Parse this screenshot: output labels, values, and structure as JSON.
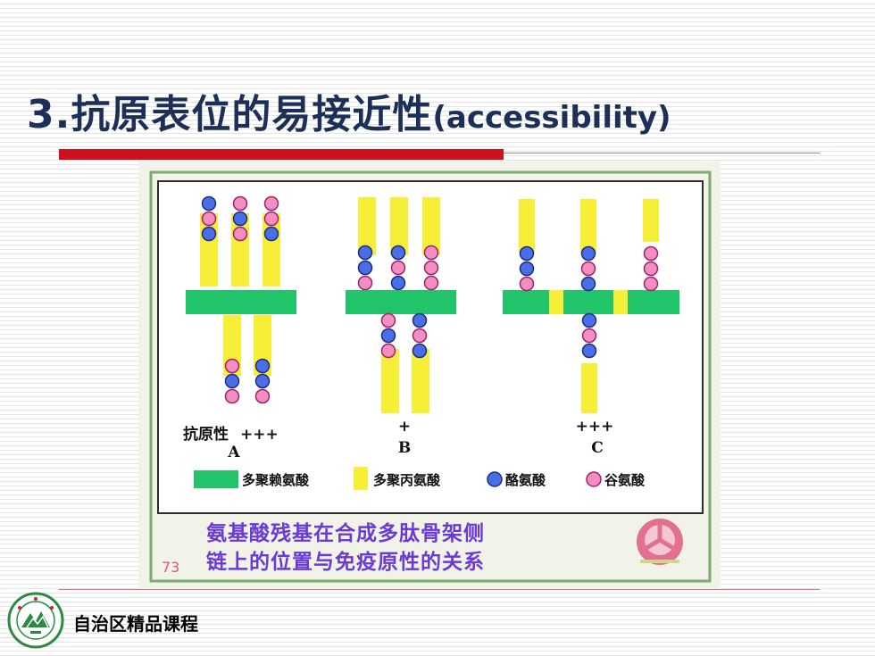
{
  "title": {
    "main": "3.抗原表位的易接近性",
    "sub": "(accessibility)"
  },
  "diagram": {
    "label_antigenicity": "抗原性",
    "panels": [
      {
        "letter": "A",
        "rating": "+++"
      },
      {
        "letter": "B",
        "rating": "+"
      },
      {
        "letter": "C",
        "rating": "+++"
      }
    ],
    "legend": [
      {
        "label": "多聚赖氨酸",
        "color": "#22c46a"
      },
      {
        "label": "多聚丙氨酸",
        "color": "#f7ee38"
      },
      {
        "label": "酪氨酸",
        "color": "#4a6ee8"
      },
      {
        "label": "谷氨酸",
        "color": "#f28ec2"
      }
    ],
    "caption_line1": "氨基酸残基在合成多肽骨架侧",
    "caption_line2": "链上的位置与免疫原性的关系",
    "page_number": "73"
  },
  "footer": {
    "text": "自治区精品课程"
  },
  "colors": {
    "title": "#1b2f57",
    "accent_red": "#d0101b",
    "lysine_green": "#22c46a",
    "alanine_yellow": "#f7ee38",
    "tyrosine_blue": "#4a6ee8",
    "glutamate_pink": "#f28ec2",
    "caption_purple": "#6b3ad6"
  }
}
